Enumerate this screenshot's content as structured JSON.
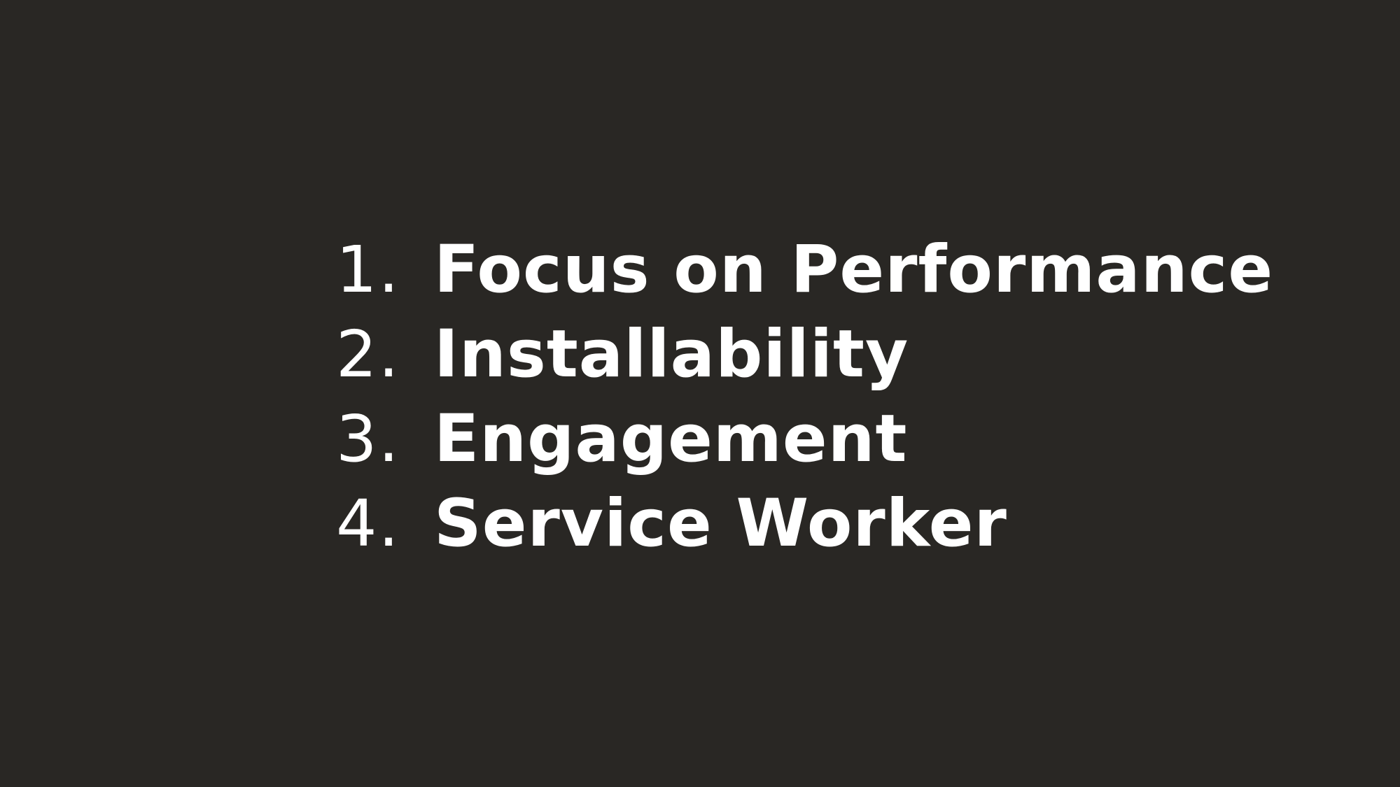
{
  "slide": {
    "background_color": "#292724",
    "text_color": "#ffffff",
    "items": [
      {
        "number": "1.",
        "label": "Focus on Performance"
      },
      {
        "number": "2.",
        "label": "Installability"
      },
      {
        "number": "3.",
        "label": "Engagement"
      },
      {
        "number": "4.",
        "label": "Service Worker"
      }
    ]
  }
}
